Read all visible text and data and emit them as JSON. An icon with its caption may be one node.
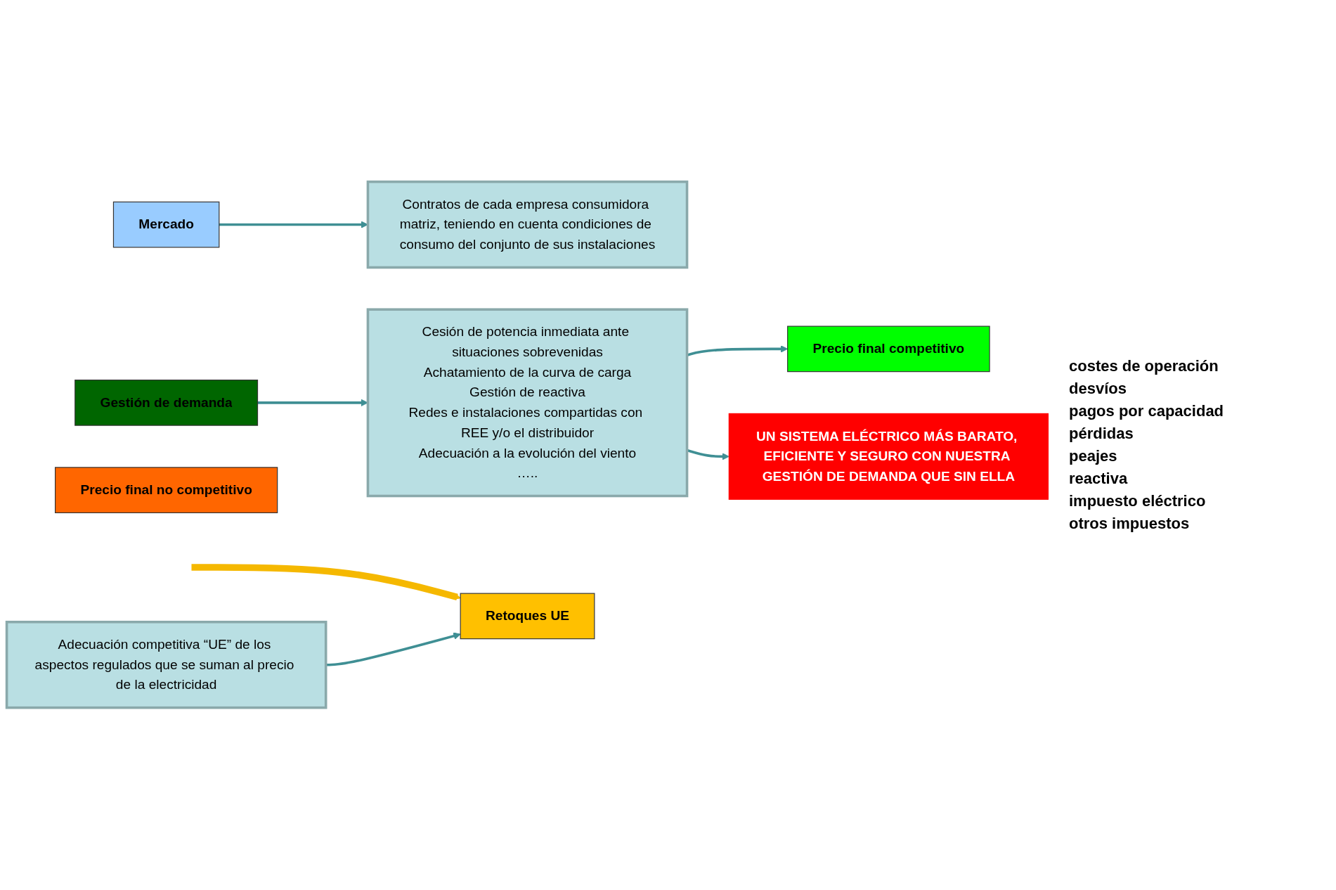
{
  "diagram": {
    "nodes": [
      {
        "text": [
          "Contratos de cada empresa consumidora matriz, teniendo en cuenta condiciones de consumo del conjunto de sus instalaciones"
        ]
      },
      {
        "text": [
          "Adecuación competitiva “UE” de los aspectos regulados que se suman al precio de la electricidad"
        ]
      },
      {
        "text": [
          "Cesión de potencia inmediata ante situaciones sobrevenidas",
          "Achatamiento de la curva de carga",
          "Gestión de reactiva",
          "Redes e instalaciones compartidas con REE y/o el distribuidor",
          "Adecuación a la evolución del viento",
          "….."
        ]
      },
      {
        "text": [
          "Mercado"
        ]
      },
      {
        "text": [
          "Precio final no competitivo"
        ]
      },
      {
        "text": [
          "Retoques UE"
        ]
      },
      {
        "text": [
          "Gestión de demanda"
        ]
      },
      {
        "text": [
          "Precio final competitivo"
        ]
      },
      {
        "text": [
          "UN SISTEMA ELÉCTRICO MÁS BARATO, EFICIENTE Y SEGURO CON NUESTRA GESTIÓN DE DEMANDA QUE SIN ELLA"
        ]
      }
    ],
    "edges": [
      {
        "from": 3,
        "to": 0,
        "arrow": "to"
      },
      {
        "from": null,
        "to": 5,
        "arrow": "to",
        "style": "thick",
        "color": "#f5b800"
      },
      {
        "from": 1,
        "to": 5,
        "arrow": "to"
      },
      {
        "from": 6,
        "to": 2,
        "arrow": "to"
      },
      {
        "from": 2,
        "to": 7,
        "arrow": "to"
      },
      {
        "from": 2,
        "to": 8,
        "arrow": "to"
      }
    ],
    "labels": [
      "costes de operación",
      "desvíos",
      "pagos por capacidad",
      "pérdidas",
      "peajes",
      "reactiva",
      "impuesto eléctrico",
      "otros impuestos"
    ]
  }
}
